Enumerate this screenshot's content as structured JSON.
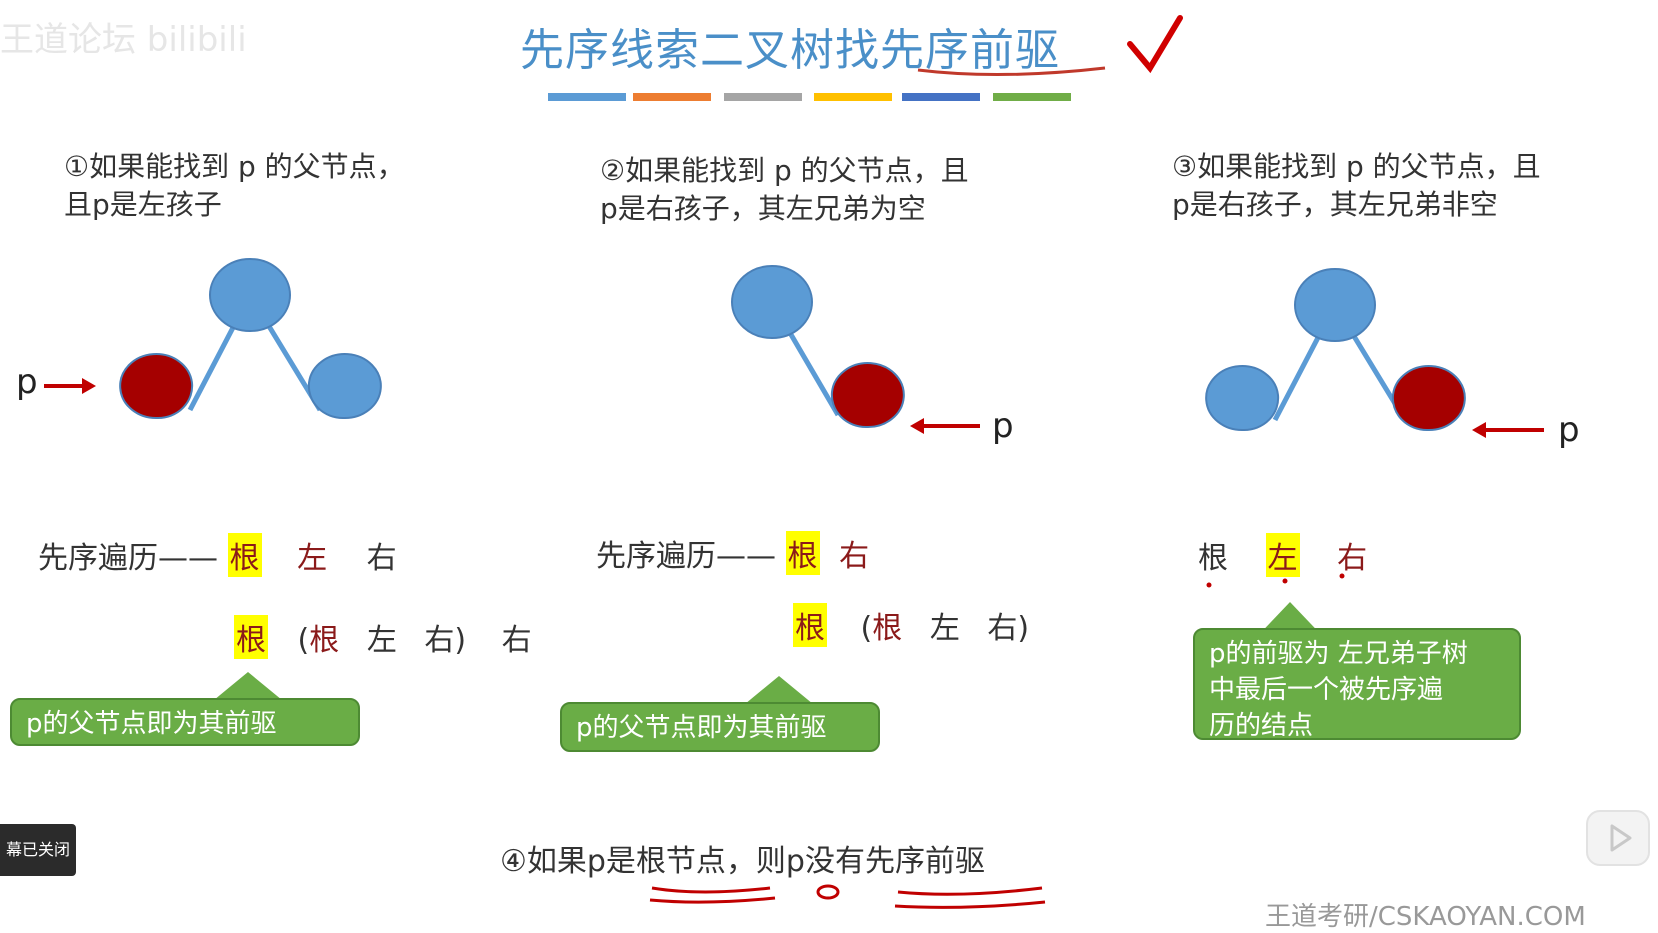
{
  "watermark": {
    "text": "王道论坛 bilibili"
  },
  "slide": {
    "title": "先序线索二叉树找先序前驱",
    "title_underline_color": "#c0392b",
    "bars": [
      "#5b9bd5",
      "#ed7d31",
      "#a5a5a5",
      "#ffc000",
      "#4472c4",
      "#70ad47"
    ]
  },
  "case1": {
    "caption_line1": "①如果能找到 p 的父节点，",
    "caption_line2": "且p是左孩子",
    "pointer_label": "p",
    "traversal_prefix": "先序遍历——",
    "trav_root": "根",
    "trav_left": "左",
    "trav_right": "右",
    "expand_root": "根",
    "expand_open": "(",
    "expand_sub_root": "根",
    "expand_sub_left": "左",
    "expand_sub_right": "右",
    "expand_close": ")",
    "expand_right": "右",
    "callout": "p的父节点即为其前驱"
  },
  "case2": {
    "caption_line1": "②如果能找到 p 的父节点，且",
    "caption_line2": "p是右孩子，其左兄弟为空",
    "pointer_label": "p",
    "traversal_prefix": "先序遍历——",
    "trav_root": "根",
    "trav_right": "右",
    "expand_root": "根",
    "expand_open": "(",
    "expand_sub_root": "根",
    "expand_sub_left": "左",
    "expand_sub_right": "右",
    "expand_close": ")",
    "callout": "p的父节点即为其前驱"
  },
  "case3": {
    "caption_line1": "③如果能找到 p 的父节点，且",
    "caption_line2": "p是右孩子，其左兄弟非空",
    "pointer_label": "p",
    "trav_root": "根",
    "trav_left": "左",
    "trav_right": "右",
    "callout_line1": "p的前驱为 左兄弟子树",
    "callout_line2": "中最后一个被先序遍",
    "callout_line3": "历的结点"
  },
  "case4": {
    "text_prefix": "④如果p是",
    "text_root": "根节点",
    "text_mid": "，则p没有",
    "text_end": "先序前驱"
  },
  "toast": {
    "text": "幕已关闭"
  },
  "footer": {
    "text": "王道考研/CSKAOYAN.COM"
  },
  "colors": {
    "node_blue": "#5b9bd5",
    "node_red": "#a50000",
    "edge": "#5b9bd5",
    "arrow": "#c00000",
    "callout_green": "#6aad46",
    "title_blue": "#4a8fc8"
  },
  "icons": {
    "check": "check-icon",
    "play": "play-icon"
  }
}
